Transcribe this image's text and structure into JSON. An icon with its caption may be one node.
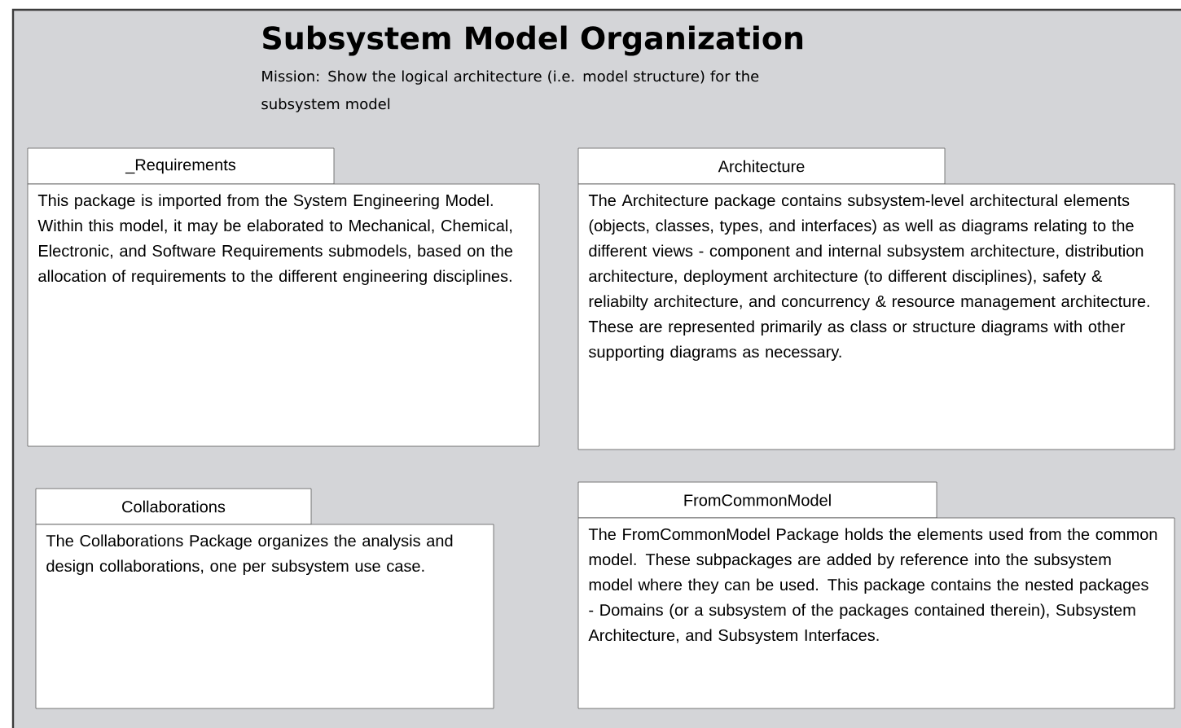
{
  "diagram": {
    "title": "Subsystem Model Organization",
    "nodes": [
      {
        "text": [
          "_Requirements",
          "This package is imported from the System Engineering Model. Within this model, it may be elaborated to Mechanical, Chemical, Electronic, and Software Requirements submodels, based on the allocation of requirements to the different engineering disciplines."
        ]
      },
      {
        "text": [
          "Architecture",
          "The Architecture package contains subsystem-level architectural elements (objects, classes, types, and interfaces) as well as diagrams relating to the different views - component and internal subsystem architecture, distribution architecture, deployment architecture (to different disciplines), safety & reliabilty architecture, and concurrency & resource management architecture. These are represented primarily as class or structure diagrams with other supporting diagrams as necessary."
        ]
      },
      {
        "text": [
          "Collaborations",
          "The Collaborations Package organizes the analysis and design collaborations, one per subsystem use case."
        ]
      },
      {
        "text": [
          "FromCommonModel",
          "The FromCommonModel Package holds the elements used from the common model. These subpackages are added by reference into the subsystem model where they can be used. This package contains the nested packages - Domains (or a subsystem of the packages contained therein), Subsystem Architecture, and Subsystem Interfaces."
        ]
      }
    ],
    "labels": [
      "Mission: Show the logical architecture (i.e. model structure) for the subsystem model"
    ]
  }
}
